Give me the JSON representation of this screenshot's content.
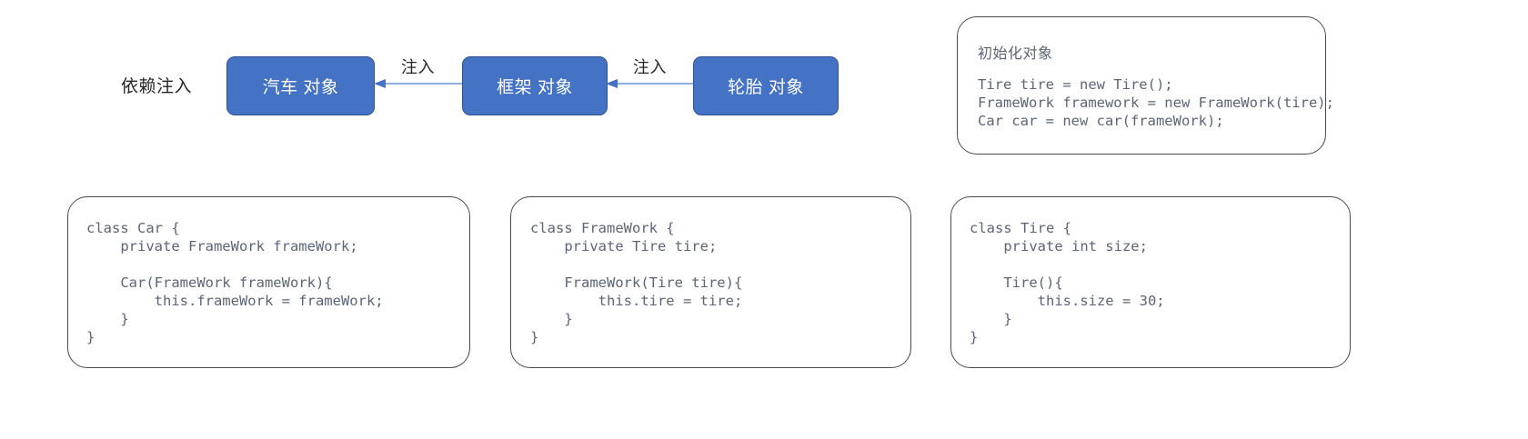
{
  "diagram": {
    "flow_label": "依赖注入",
    "nodes": [
      {
        "id": "car",
        "label": "汽车 对象"
      },
      {
        "id": "frame",
        "label": "框架 对象"
      },
      {
        "id": "tire",
        "label": "轮胎 对象"
      }
    ],
    "arrows": [
      {
        "id": "frame-to-car",
        "label": "注入",
        "direction": "left"
      },
      {
        "id": "tire-to-frame",
        "label": "注入",
        "direction": "left"
      }
    ],
    "colors": {
      "node_fill": "#4472C4",
      "node_border": "#2F528F",
      "node_text": "#FFFFFF",
      "arrow": "#6A93D4",
      "panel_border": "#4A4A4A",
      "code_text": "#5B6478"
    }
  },
  "panels": {
    "init": {
      "title": "初始化对象",
      "code": "Tire tire = new Tire();\nFrameWork framework = new FrameWork(tire);\nCar car = new car(frameWork);"
    },
    "car": {
      "code": "class Car {\n    private FrameWork frameWork;\n\n    Car(FrameWork frameWork){\n        this.frameWork = frameWork;\n    }\n}"
    },
    "framework": {
      "code": "class FrameWork {\n    private Tire tire;\n\n    FrameWork(Tire tire){\n        this.tire = tire;\n    }\n}"
    },
    "tire": {
      "code": "class Tire {\n    private int size;\n\n    Tire(){\n        this.size = 30;\n    }\n}"
    }
  }
}
